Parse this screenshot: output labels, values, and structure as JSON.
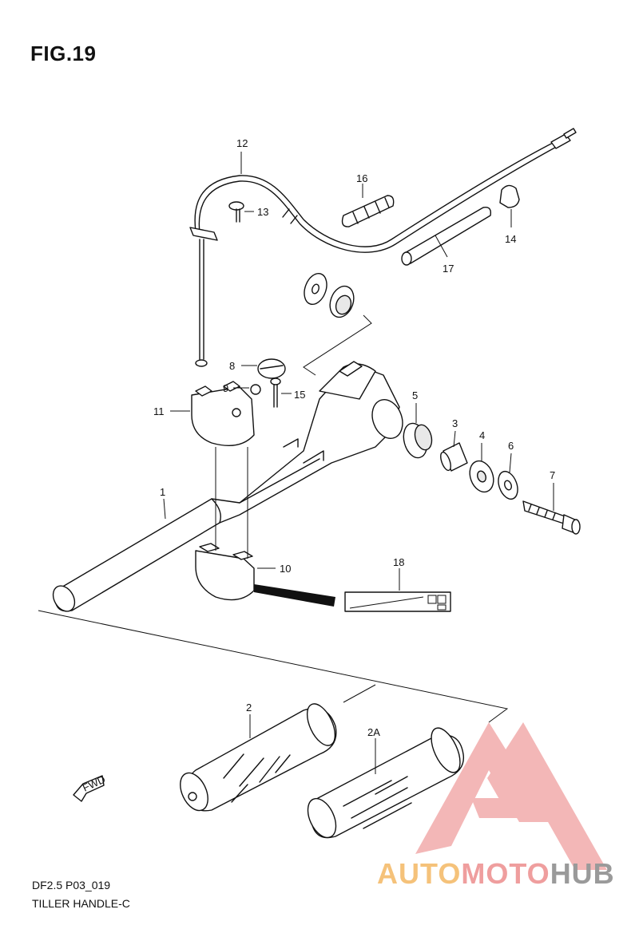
{
  "figure": {
    "title": "FIG.19",
    "code": "DF2.5 P03_019",
    "name": "TILLER HANDLE-C"
  },
  "callouts": [
    "1",
    "2",
    "2A",
    "3",
    "4",
    "5",
    "6",
    "7",
    "8",
    "9",
    "10",
    "11",
    "12",
    "13",
    "14",
    "15",
    "16",
    "17",
    "18"
  ],
  "fwd_label": "FWD",
  "watermark": {
    "part1": "AUTO",
    "part2": "MOTO",
    "part3": "HUB",
    "colors": [
      "#f5c27a",
      "#ef9e9e",
      "#9a9a9a"
    ]
  }
}
